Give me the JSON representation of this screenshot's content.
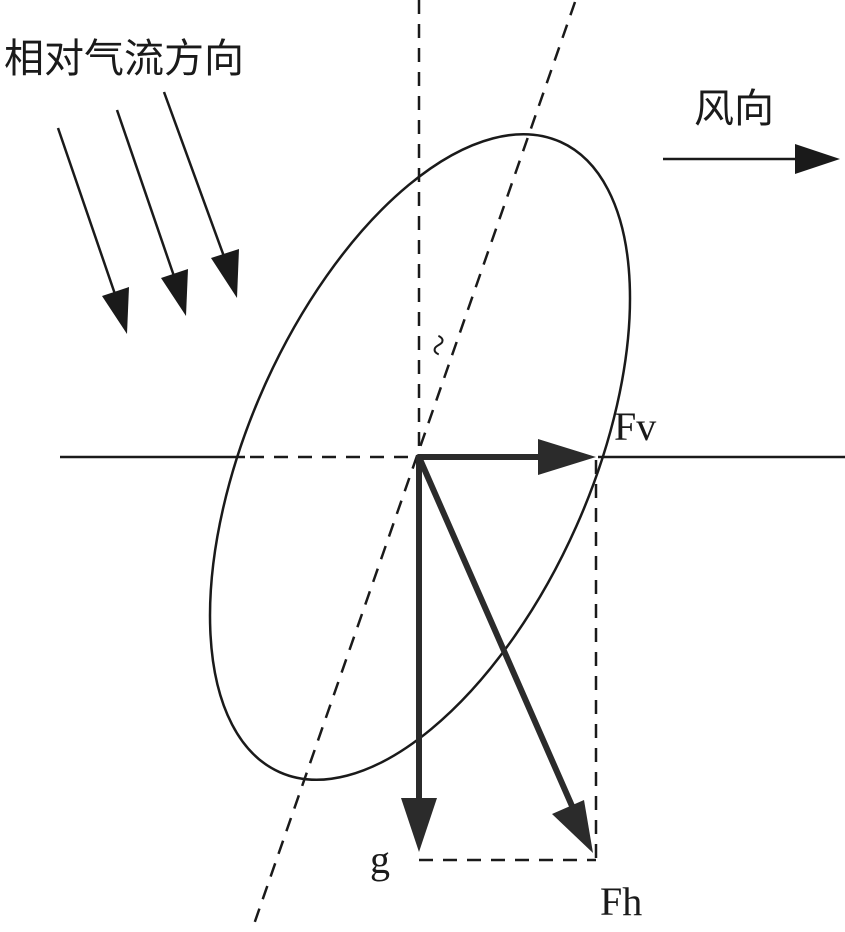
{
  "labels": {
    "relative_airflow": "相对气流方向",
    "wind_direction": "风向",
    "fv": "Fv",
    "fh": "Fh",
    "g": "g",
    "angle_symbol": "~"
  },
  "colors": {
    "ink": "#1a1a1a",
    "vector": "#2b2b2b",
    "background": "#ffffff"
  }
}
